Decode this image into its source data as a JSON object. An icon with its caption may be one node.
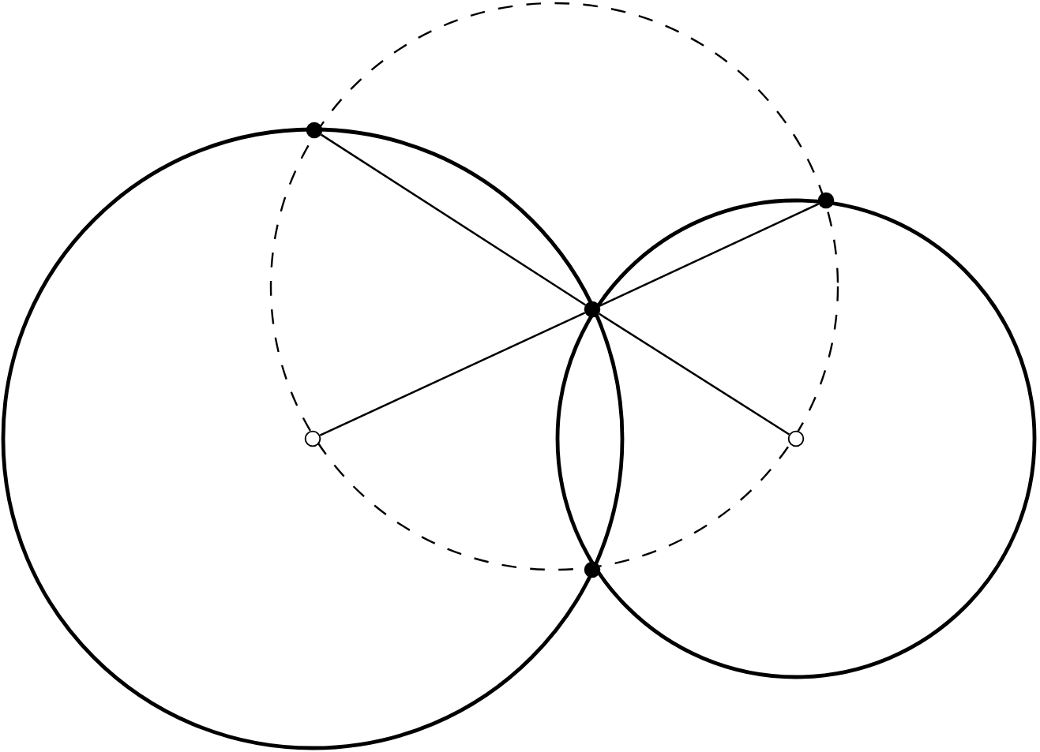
{
  "diagram": {
    "nodes": [
      {
        "text": [],
        "shape": "circle"
      },
      {
        "text": [],
        "shape": "circle"
      },
      {
        "text": [],
        "shape": "circle"
      },
      {
        "text": [],
        "shape": "circle"
      },
      {
        "text": [],
        "shape": "circle"
      },
      {
        "text": [],
        "shape": "circle"
      }
    ],
    "edges": [
      {
        "from": 0,
        "to": 2,
        "arrow": "none"
      },
      {
        "from": 1,
        "to": 2,
        "arrow": "none"
      },
      {
        "from": 2,
        "to": 3,
        "arrow": "none"
      },
      {
        "from": 2,
        "to": 4,
        "arrow": "none"
      }
    ]
  }
}
